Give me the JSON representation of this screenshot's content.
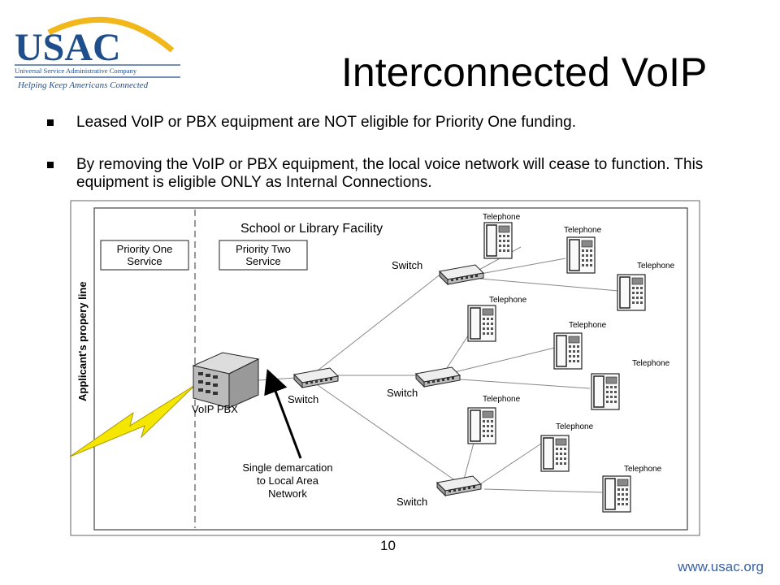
{
  "logo": {
    "wordmark": "USAC",
    "company": "Universal Service Administrative Company",
    "tagline": "Helping Keep Americans Connected"
  },
  "slide": {
    "title": "Interconnected VoIP",
    "bullets": [
      "Leased VoIP or PBX equipment are NOT eligible for Priority One funding.",
      "By removing the VoIP or PBX equipment, the local voice network will cease to function.  This equipment is eligible ONLY as Internal Connections."
    ],
    "page_number": "10",
    "website": "www.usac.org"
  },
  "diagram": {
    "facility_label": "School or Library Facility",
    "priority_one_line1": "Priority One",
    "priority_one_line2": "Service",
    "priority_two_line1": "Priority Two",
    "priority_two_line2": "Service",
    "property_line": "Applicant's propery line",
    "pbx_label": "VoIP PBX",
    "switch_label": "Switch",
    "telephone_label": "Telephone",
    "demarc_line1": "Single demarcation",
    "demarc_line2": "to Local Area",
    "demarc_line3": "Network"
  },
  "colors": {
    "logo_blue": "#1f4e8c",
    "logo_gold": "#f2b71b",
    "link_blue": "#3a5fa0",
    "lightning": "#f5e600"
  }
}
